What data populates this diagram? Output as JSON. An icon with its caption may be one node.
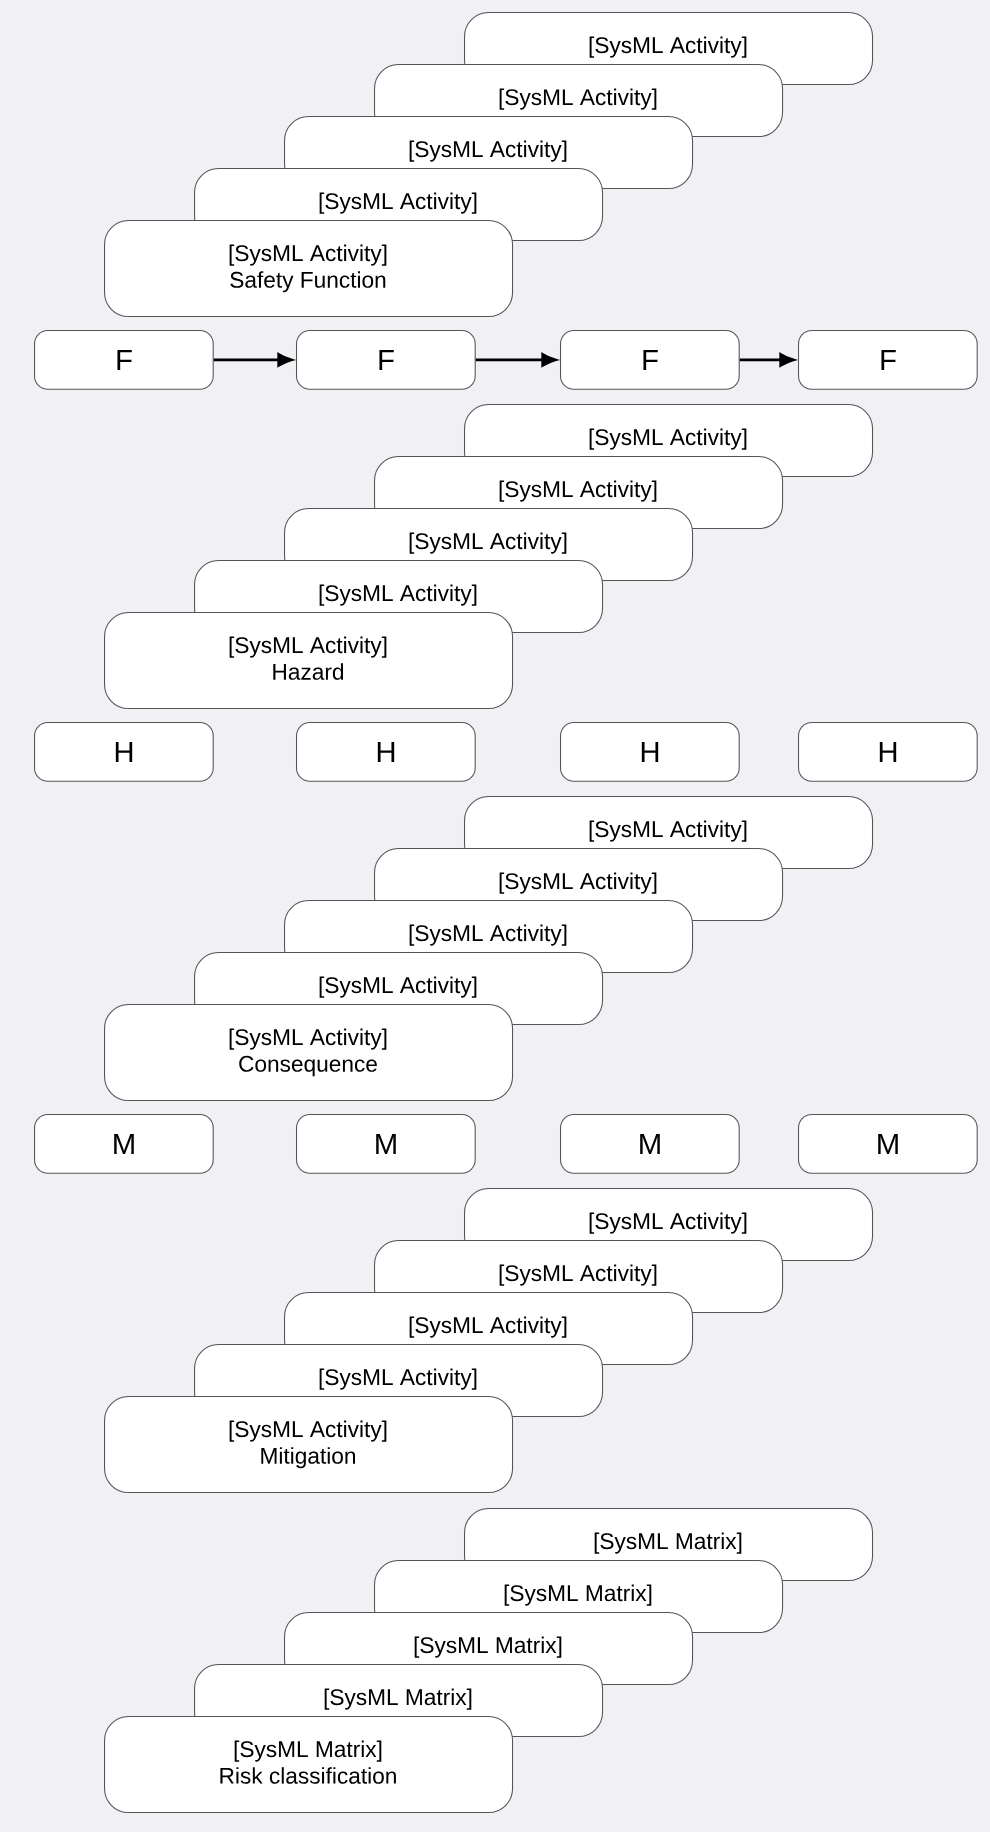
{
  "diagram": {
    "nodes": [
      {
        "text": [
          "[SysML Activity]"
        ]
      },
      {
        "text": [
          "[SysML Activity]"
        ]
      },
      {
        "text": [
          "[SysML Activity]"
        ]
      },
      {
        "text": [
          "[SysML Activity]"
        ]
      },
      {
        "text": [
          "[SysML Activity]",
          "Safety Function"
        ]
      },
      {
        "text": [
          "F"
        ]
      },
      {
        "text": [
          "F"
        ]
      },
      {
        "text": [
          "F"
        ]
      },
      {
        "text": [
          "F"
        ]
      },
      {
        "text": [
          "[SysML Activity]"
        ]
      },
      {
        "text": [
          "[SysML Activity]"
        ]
      },
      {
        "text": [
          "[SysML Activity]"
        ]
      },
      {
        "text": [
          "[SysML Activity]"
        ]
      },
      {
        "text": [
          "[SysML Activity]",
          "Hazard"
        ]
      },
      {
        "text": [
          "H"
        ]
      },
      {
        "text": [
          "H"
        ]
      },
      {
        "text": [
          "H"
        ]
      },
      {
        "text": [
          "H"
        ]
      },
      {
        "text": [
          "[SysML Activity]"
        ]
      },
      {
        "text": [
          "[SysML Activity]"
        ]
      },
      {
        "text": [
          "[SysML Activity]"
        ]
      },
      {
        "text": [
          "[SysML Activity]"
        ]
      },
      {
        "text": [
          "[SysML Activity]",
          "Consequence"
        ]
      },
      {
        "text": [
          "M"
        ]
      },
      {
        "text": [
          "M"
        ]
      },
      {
        "text": [
          "M"
        ]
      },
      {
        "text": [
          "M"
        ]
      },
      {
        "text": [
          "[SysML Activity]"
        ]
      },
      {
        "text": [
          "[SysML Activity]"
        ]
      },
      {
        "text": [
          "[SysML Activity]"
        ]
      },
      {
        "text": [
          "[SysML Activity]"
        ]
      },
      {
        "text": [
          "[SysML Activity]",
          "Mitigation"
        ]
      },
      {
        "text": [
          "[SysML Matrix]"
        ]
      },
      {
        "text": [
          "[SysML Matrix]"
        ]
      },
      {
        "text": [
          "[SysML Matrix]"
        ]
      },
      {
        "text": [
          "[SysML Matrix]"
        ]
      },
      {
        "text": [
          "[SysML Matrix]",
          "Risk classification"
        ]
      }
    ],
    "edges": [
      {
        "from": 5,
        "to": 6,
        "arrow": "to"
      },
      {
        "from": 6,
        "to": 7,
        "arrow": "to"
      },
      {
        "from": 7,
        "to": 8,
        "arrow": "to"
      }
    ]
  }
}
